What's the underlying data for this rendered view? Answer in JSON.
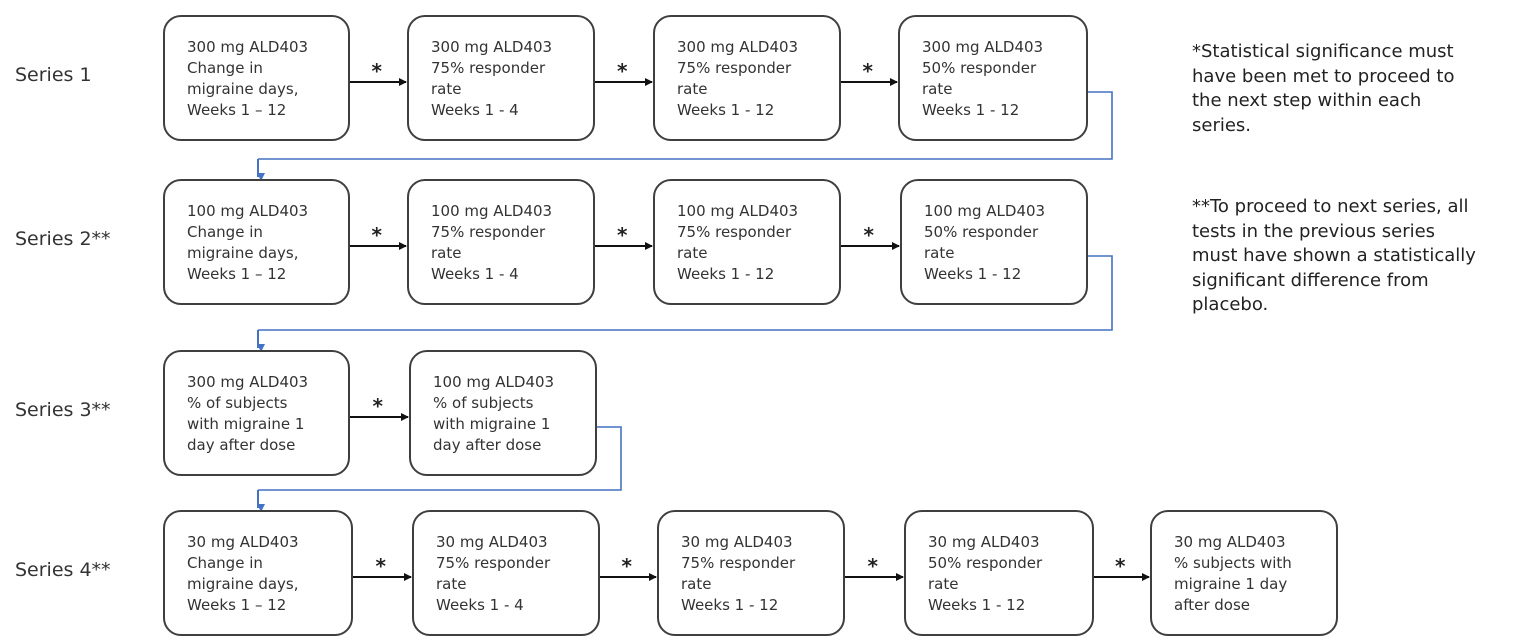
{
  "colors": {
    "box_border": "#3f3f3f",
    "arrow": "#111111",
    "connector": "#4472c4",
    "text": "#333333"
  },
  "series": [
    {
      "label": "Series 1",
      "steps": [
        [
          "300 mg ALD403",
          "Change in",
          "migraine days,",
          "Weeks 1 – 12"
        ],
        [
          "300 mg ALD403",
          "75% responder",
          "rate",
          "Weeks 1 - 4"
        ],
        [
          "300 mg ALD403",
          "75% responder",
          "rate",
          "Weeks 1 - 12"
        ],
        [
          "300 mg ALD403",
          "50% responder",
          "rate",
          "Weeks 1 - 12"
        ]
      ],
      "arrow_marks": [
        "*",
        "*",
        "*"
      ]
    },
    {
      "label": "Series 2**",
      "steps": [
        [
          "100 mg ALD403",
          "Change in",
          "migraine days,",
          "Weeks 1 – 12"
        ],
        [
          "100 mg  ALD403",
          "75% responder",
          "rate",
          "Weeks 1 - 4"
        ],
        [
          "100 mg  ALD403",
          "75% responder",
          "rate",
          "Weeks 1 - 12"
        ],
        [
          "100 mg ALD403",
          "50% responder",
          "rate",
          "Weeks 1 - 12"
        ]
      ],
      "arrow_marks": [
        "*",
        "*",
        "*"
      ]
    },
    {
      "label": "Series 3**",
      "steps": [
        [
          "300 mg ALD403",
          "% of subjects",
          "with migraine 1",
          "day after dose"
        ],
        [
          "100 mg ALD403",
          "% of subjects",
          "with migraine 1",
          "day after dose"
        ]
      ],
      "arrow_marks": [
        "*"
      ]
    },
    {
      "label": "Series 4**",
      "steps": [
        [
          "30 mg ALD403",
          "Change in",
          "migraine days,",
          "Weeks 1 – 12"
        ],
        [
          "30 mg  ALD403",
          "75% responder",
          "rate",
          "Weeks 1 - 4"
        ],
        [
          "30 mg  ALD403",
          "75% responder",
          "rate",
          "Weeks 1 - 12"
        ],
        [
          "30 mg ALD403",
          "50% responder",
          "rate",
          "Weeks 1 - 12"
        ],
        [
          "30 mg ALD403",
          "% subjects with",
          "migraine 1 day",
          "after dose"
        ]
      ],
      "arrow_marks": [
        "*",
        "*",
        "*",
        "*"
      ]
    }
  ],
  "notes": [
    [
      "*Statistical significance must",
      "have been met to proceed to",
      "the next step within each",
      "series."
    ],
    [
      "**To proceed to next series, all",
      "tests in the previous series",
      "must have shown a statistically",
      "significant difference from",
      "placebo."
    ]
  ]
}
